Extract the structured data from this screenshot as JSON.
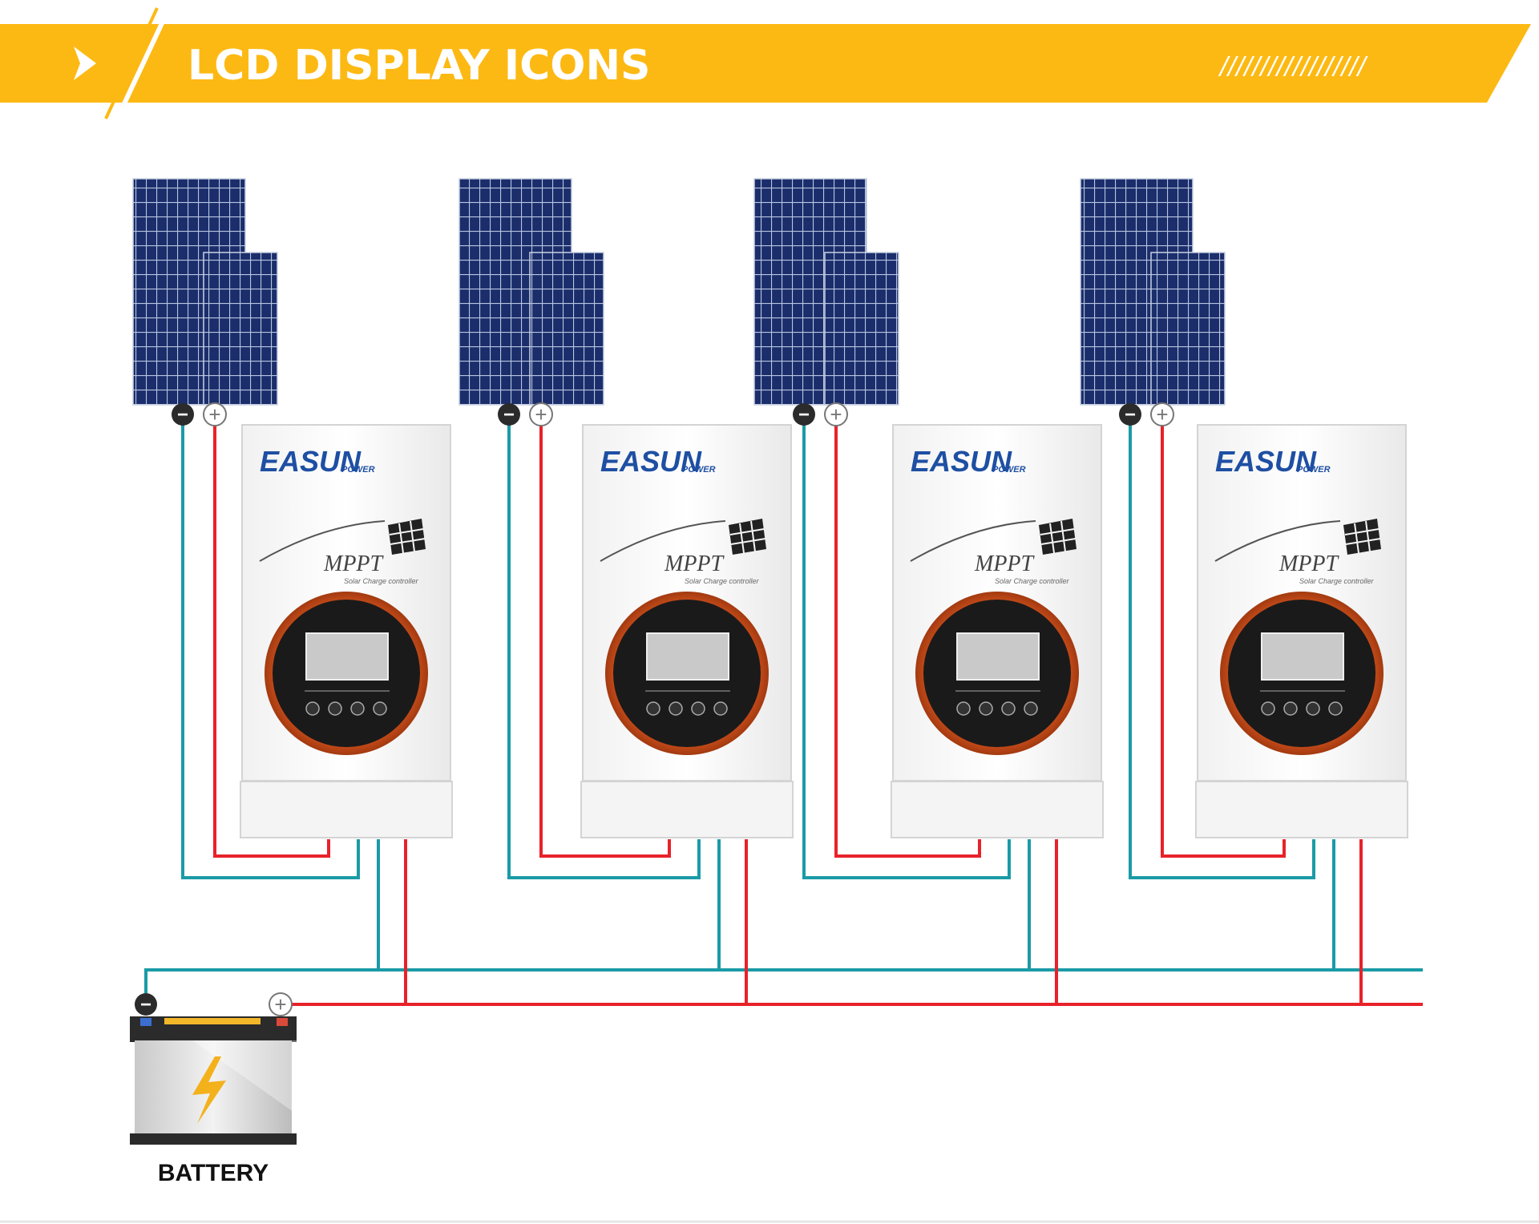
{
  "header": {
    "title": "LCD DISPLAY ICONS",
    "hatch": "//////////////////"
  },
  "colors": {
    "banner": "#FDB913",
    "negative_wire": "#1A9BA6",
    "positive_wire": "#E8222A",
    "panel_cell": "#1B2E6B",
    "brand_blue": "#1E4FA3",
    "controller_ring": "#D9541E"
  },
  "controllers": [
    {
      "brand_main": "EASUN",
      "brand_sub": "POWER",
      "model": "MPPT",
      "subtitle": "Solar Charge controller"
    },
    {
      "brand_main": "EASUN",
      "brand_sub": "POWER",
      "model": "MPPT",
      "subtitle": "Solar Charge controller"
    },
    {
      "brand_main": "EASUN",
      "brand_sub": "POWER",
      "model": "MPPT",
      "subtitle": "Solar Charge controller"
    },
    {
      "brand_main": "EASUN",
      "brand_sub": "POWER",
      "model": "MPPT",
      "subtitle": "Solar Charge controller"
    }
  ],
  "terminals": {
    "negative": "−",
    "positive": "+"
  },
  "battery": {
    "label": "BATTERY"
  }
}
